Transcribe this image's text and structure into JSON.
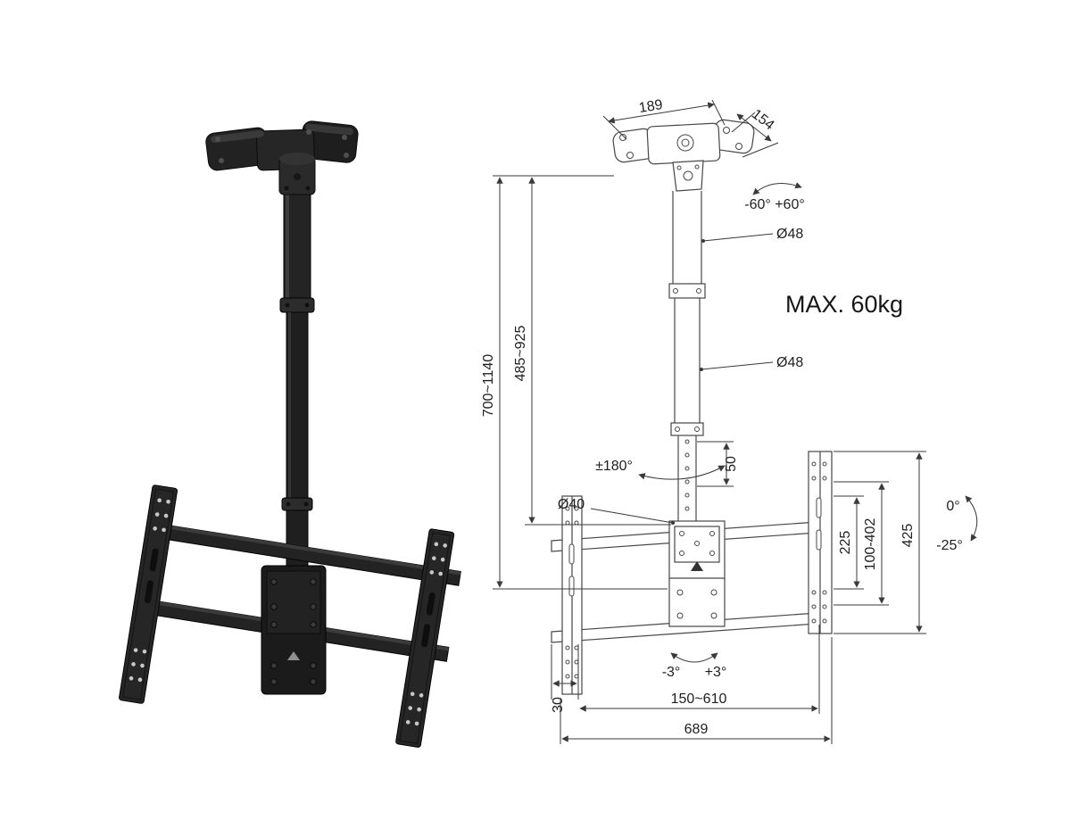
{
  "figure": {
    "max_load_label": "MAX. 60kg",
    "dimensions": {
      "plate_width": "189",
      "plate_depth": "154",
      "swivel_range": "-60° +60°",
      "upper_pole_diameter": "Ø48",
      "lower_pole_diameter": "Ø48",
      "overall_height_range": "700~1140",
      "pole_length_range": "485~925",
      "adjustment_step": "50",
      "rotation_range": "±180°",
      "bottom_pole_diameter": "Ø40",
      "vesa_height_fixed": "225",
      "vesa_height_range": "100-402",
      "bracket_height": "425",
      "tilt_up": "0°",
      "tilt_down": "-25°",
      "level_left": "-3°",
      "level_right": "+3°",
      "rail_offset": "30",
      "vesa_width_range": "150~610",
      "total_width": "689"
    }
  }
}
